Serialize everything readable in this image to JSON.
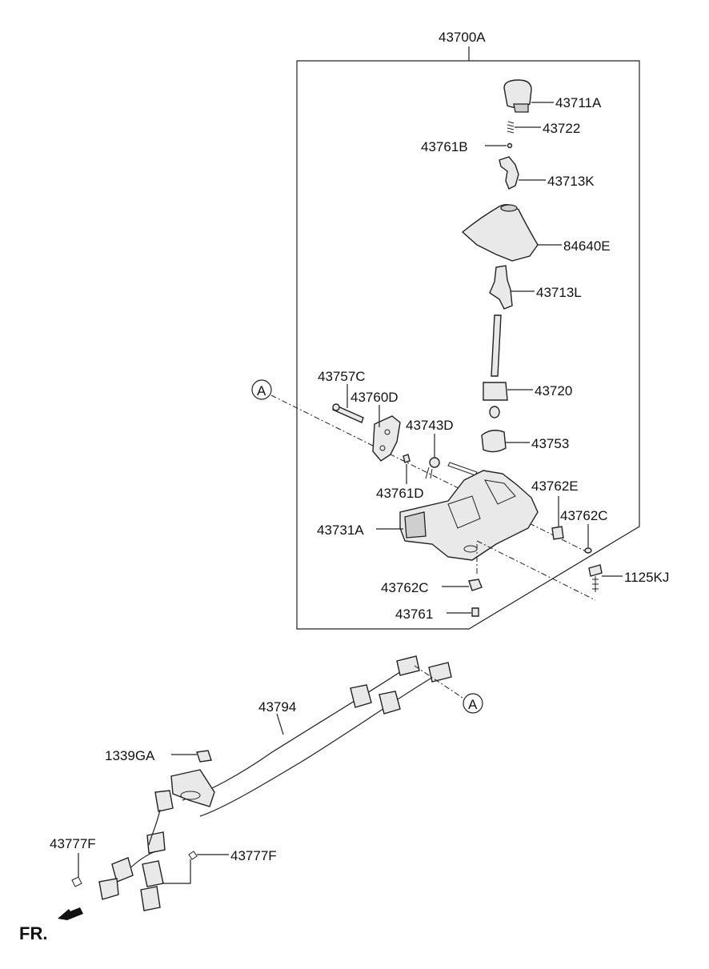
{
  "assembly": {
    "label": "43700A"
  },
  "parts": [
    {
      "id": "43711A",
      "label": "43711A"
    },
    {
      "id": "43722",
      "label": "43722"
    },
    {
      "id": "43761B",
      "label": "43761B"
    },
    {
      "id": "43713K",
      "label": "43713K"
    },
    {
      "id": "84640E",
      "label": "84640E"
    },
    {
      "id": "43713L",
      "label": "43713L"
    },
    {
      "id": "43720",
      "label": "43720"
    },
    {
      "id": "43757C",
      "label": "43757C"
    },
    {
      "id": "43760D",
      "label": "43760D"
    },
    {
      "id": "43743D",
      "label": "43743D"
    },
    {
      "id": "43753",
      "label": "43753"
    },
    {
      "id": "43761D",
      "label": "43761D"
    },
    {
      "id": "43762E",
      "label": "43762E"
    },
    {
      "id": "43762C_a",
      "label": "43762C"
    },
    {
      "id": "43731A",
      "label": "43731A"
    },
    {
      "id": "1125KJ",
      "label": "1125KJ"
    },
    {
      "id": "43762C_b",
      "label": "43762C"
    },
    {
      "id": "43761",
      "label": "43761"
    },
    {
      "id": "43794",
      "label": "43794"
    },
    {
      "id": "1339GA",
      "label": "1339GA"
    },
    {
      "id": "43777F_a",
      "label": "43777F"
    },
    {
      "id": "43777F_b",
      "label": "43777F"
    }
  ],
  "reference_marks": {
    "top": "A",
    "bottom": "A"
  },
  "direction": {
    "label": "FR."
  }
}
